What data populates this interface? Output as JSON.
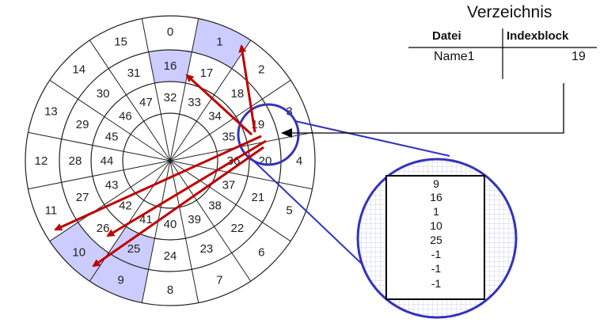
{
  "directory": {
    "title": "Verzeichnis",
    "header_file": "Datei",
    "header_block": "Indexblock",
    "row_file": "Name1",
    "row_block": "19"
  },
  "index_block": [
    "9",
    "16",
    "1",
    "10",
    "25",
    "-1",
    "-1",
    "-1"
  ],
  "disk": {
    "outer_sectors": [
      "0",
      "1",
      "2",
      "3",
      "4",
      "5",
      "6",
      "7",
      "8",
      "9",
      "10",
      "11",
      "12",
      "13",
      "14",
      "15"
    ],
    "middle_sectors": [
      "16",
      "17",
      "18",
      "19",
      "20",
      "21",
      "22",
      "23",
      "24",
      "25",
      "26",
      "27",
      "28",
      "29",
      "30",
      "31"
    ],
    "inner_sectors": [
      "32",
      "33",
      "34",
      "35",
      "36",
      "37",
      "38",
      "39",
      "40",
      "41",
      "42",
      "43",
      "44",
      "45",
      "46",
      "47"
    ],
    "highlighted": [
      "1",
      "9",
      "10",
      "16",
      "25"
    ]
  },
  "colors": {
    "highlight": "#ccccff",
    "arrow": "#c00000",
    "lens": "#3333bb",
    "grid": "#bbbbee"
  }
}
